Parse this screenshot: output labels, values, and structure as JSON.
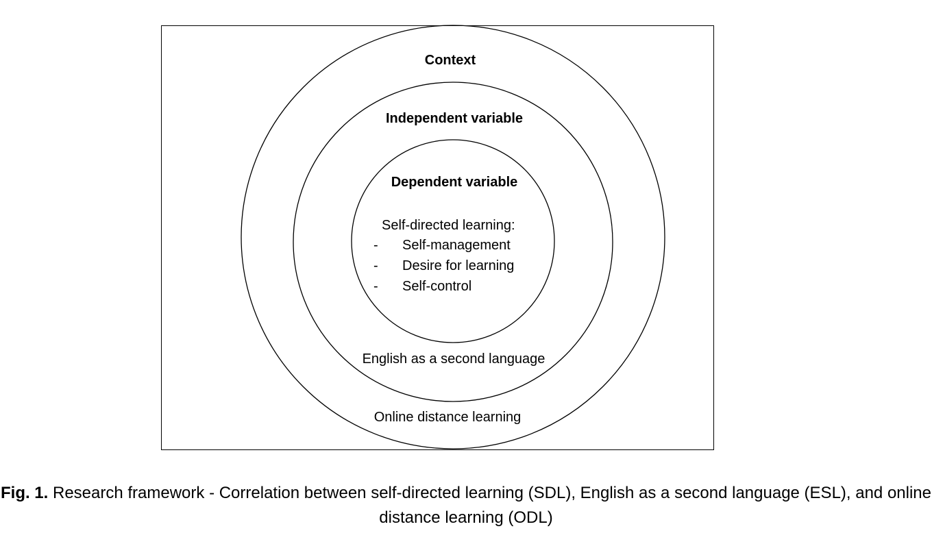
{
  "diagram": {
    "outer_ring": {
      "heading": "Context",
      "footer": "Online distance learning"
    },
    "middle_ring": {
      "heading": "Independent variable",
      "footer": "English as a second language"
    },
    "inner_ring": {
      "heading": "Dependent variable",
      "intro": "Self-directed learning:",
      "items": [
        {
          "dash": "-",
          "text": "Self-management"
        },
        {
          "dash": "-",
          "text": "Desire for learning"
        },
        {
          "dash": "-",
          "text": "Self-control"
        }
      ]
    }
  },
  "caption": {
    "label": "Fig. 1.",
    "text": " Research framework - Correlation between self-directed learning (SDL), English as a second language (ESL), and online distance learning (ODL)"
  }
}
